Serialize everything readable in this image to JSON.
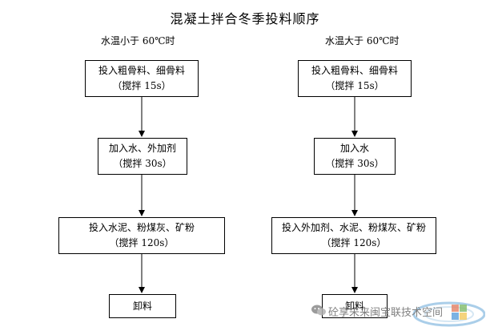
{
  "title": "混凝土拌合冬季投料顺序",
  "left": {
    "heading": "水温小于 60℃时",
    "steps": [
      {
        "line1": "投入粗骨料、细骨料",
        "line2": "（搅拌 15s）"
      },
      {
        "line1": "加入水、外加剂",
        "line2": "（搅拌 30s）"
      },
      {
        "line1": "投入水泥、粉煤灰、矿粉",
        "line2": "（搅拌 120s）"
      },
      {
        "line1": "卸料",
        "line2": ""
      }
    ]
  },
  "right": {
    "heading": "水温大于 60℃时",
    "steps": [
      {
        "line1": "投入粗骨料、细骨料",
        "line2": "（搅拌 15s）"
      },
      {
        "line1": "加入水",
        "line2": "（搅拌 30s）"
      },
      {
        "line1": "投入外加剂、水泥、粉煤灰、矿粉",
        "line2": "（搅拌 120s）"
      },
      {
        "line1": "卸料",
        "line2": ""
      }
    ]
  },
  "watermark": {
    "text": "砼享未来闽宝联技术空间",
    "icon": "wechat-icon"
  },
  "colors": {
    "line": "#000000",
    "background": "#ffffff",
    "watermark": "#6a6a6a"
  }
}
